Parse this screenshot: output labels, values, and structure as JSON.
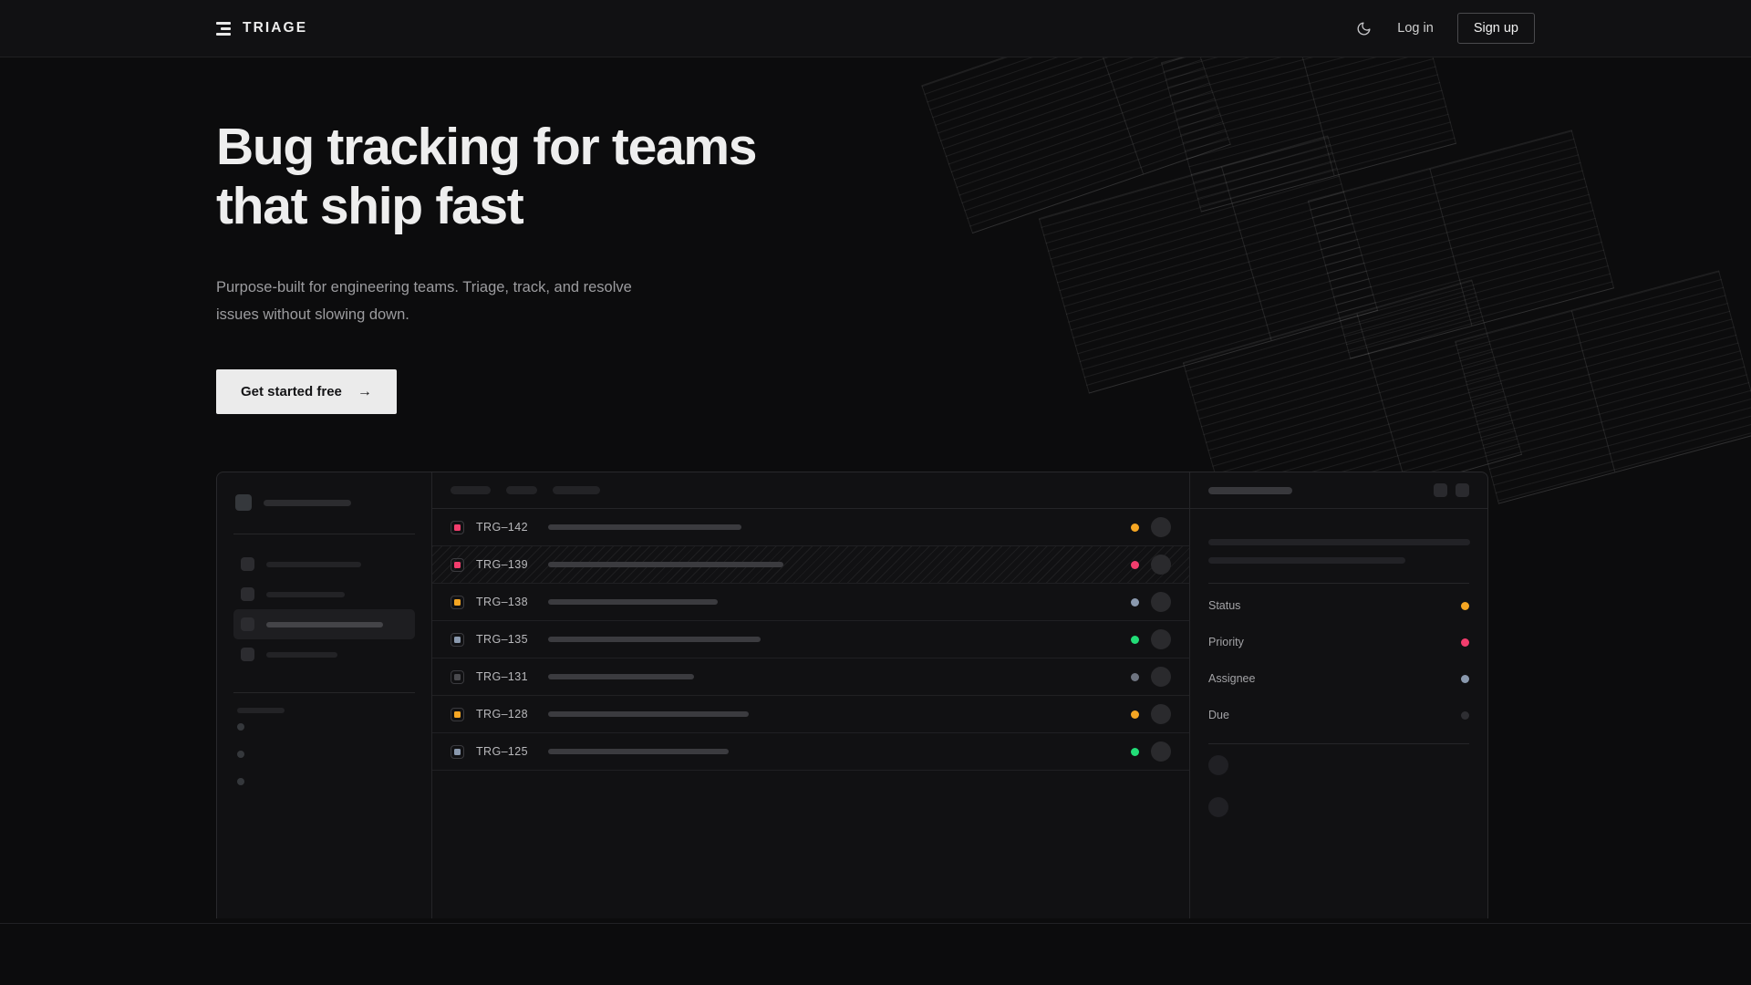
{
  "header": {
    "brand": "TRIAGE",
    "theme_toggle_icon": "moon-icon",
    "login_label": "Log in",
    "signup_label": "Sign up"
  },
  "hero": {
    "headline_line1": "Bug tracking for teams",
    "headline_line2": "that ship fast",
    "subtext": "Purpose-built for engineering teams. Triage, track, and resolve issues without slowing down.",
    "cta_label": "Get started free",
    "cta_arrow": "→"
  },
  "colors": {
    "page_bg": "#0c0c0d",
    "panel_bg": "#111113",
    "border": "#29292c",
    "cta_bg": "#ebebeb",
    "cta_text": "#141416",
    "status_orange": "#f5a623",
    "status_pink": "#f23d6d",
    "status_green": "#22dd77",
    "status_slate": "#8a99ae",
    "status_gray": "#3a3a3e"
  },
  "mock": {
    "sidebar": {
      "workspace_name_skeleton_width": 96,
      "nav_items": [
        {
          "width": 104,
          "active": false
        },
        {
          "width": 86,
          "active": false
        },
        {
          "width": 128,
          "active": true
        },
        {
          "width": 78,
          "active": false
        }
      ],
      "section_label_width": 52,
      "mini_items": 3
    },
    "list": {
      "toolbar_chips": [
        44,
        34,
        52
      ],
      "rows": [
        {
          "id": "TRG–142",
          "priority_color": "#f23d6d",
          "priority_muted": false,
          "title_width": 212,
          "status_color": "#f5a623"
        },
        {
          "id": "TRG–139",
          "priority_color": "#f23d6d",
          "priority_muted": false,
          "title_width": 258,
          "status_color": "#f23d6d",
          "selected": true
        },
        {
          "id": "TRG–138",
          "priority_color": "#f5a623",
          "priority_muted": false,
          "title_width": 186,
          "status_color": "#8a99ae"
        },
        {
          "id": "TRG–135",
          "priority_color": "#8a99ae",
          "priority_muted": false,
          "title_width": 233,
          "status_color": "#22dd77"
        },
        {
          "id": "TRG–131",
          "priority_color": "#4a4a4e",
          "priority_muted": true,
          "title_width": 160,
          "status_color": "#6e7480"
        },
        {
          "id": "TRG–128",
          "priority_color": "#f5a623",
          "priority_muted": false,
          "title_width": 220,
          "status_color": "#f5a623"
        },
        {
          "id": "TRG–125",
          "priority_color": "#8a99ae",
          "priority_muted": false,
          "title_width": 198,
          "status_color": "#22dd77"
        }
      ]
    },
    "detail": {
      "header_title_width": 92,
      "action_buttons": 2,
      "title_width": 148,
      "desc_lines": [
        287,
        216
      ],
      "meta": [
        {
          "label": "Status",
          "color": "#f5a623"
        },
        {
          "label": "Priority",
          "color": "#f23d6d"
        },
        {
          "label": "Assignee",
          "color": "#8a99ae"
        },
        {
          "label": "Due",
          "color": "#2e2e32"
        }
      ],
      "activity_label_width": 50,
      "activity_items": 2
    }
  }
}
